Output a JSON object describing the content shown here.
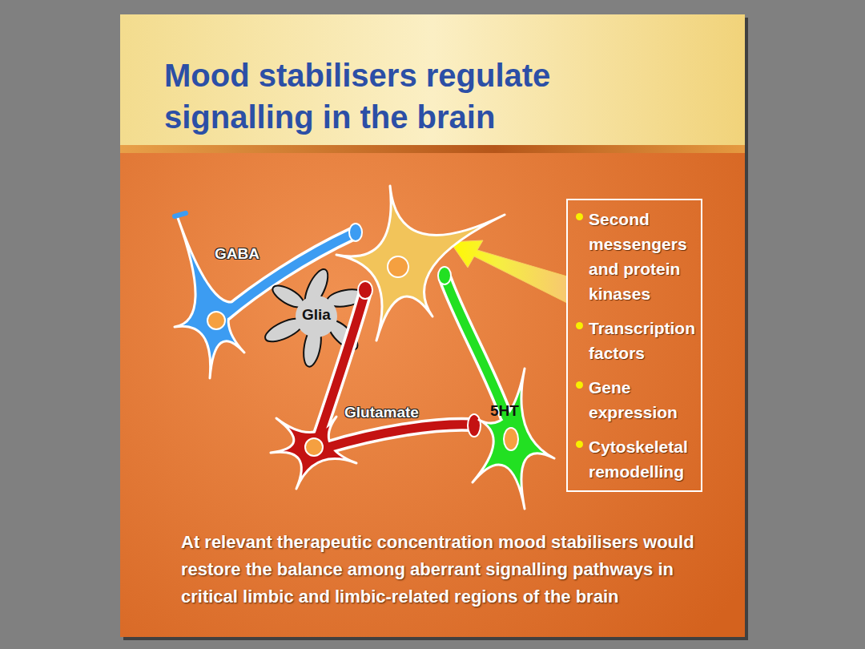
{
  "diagram": {
    "title": "Mood stabilisers regulate signalling in the brain",
    "caption": "At relevant therapeutic concentration mood stabilisers would restore the balance among aberrant signalling pathways in critical limbic and limbic-related regions of the brain",
    "nodes": [
      {
        "text": [
          "Second messengers and protein kinases",
          "Transcription factors",
          "Gene expression",
          "Cytoskeletal remodelling"
        ]
      }
    ],
    "labels": [
      "GABA",
      "Glia",
      "Glutamate",
      "5HT"
    ]
  }
}
